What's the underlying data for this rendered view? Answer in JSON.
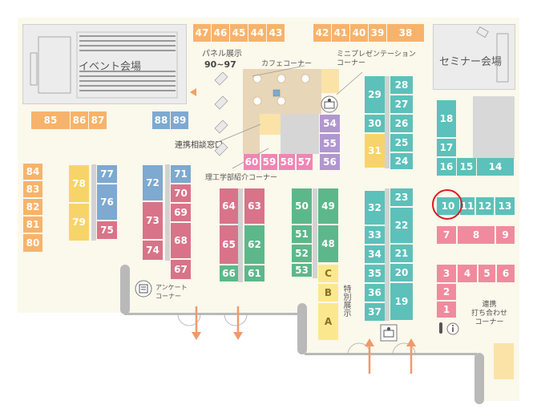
{
  "halls": {
    "event_hall": "イベント会場",
    "seminar_hall": "セミナー会場"
  },
  "labels": {
    "panel_title": "パネル展示",
    "panel_range": "90~97",
    "cafe_corner": "カフェコーナー",
    "mini_presentation": "ミニプレゼンテーション\nコーナー",
    "partner_consult": "連携相談窓口",
    "science_engineering": "理工学部紹介コーナー",
    "special_exhibit": "特別展示",
    "survey_corner": "アンケート\nコーナー",
    "partner_meeting": "連携\n打ち合わせ\nコーナー"
  },
  "booths": {
    "top_left": [
      "47",
      "46",
      "45",
      "44",
      "43"
    ],
    "top_right": [
      "42",
      "41",
      "40",
      "39",
      "38"
    ],
    "row_85": [
      "85",
      "86",
      "87"
    ],
    "row_88": [
      "88",
      "89"
    ],
    "left_col": [
      "84",
      "83",
      "82",
      "81",
      "80"
    ],
    "col_78": [
      "78",
      "79"
    ],
    "col_77": [
      "77",
      "76",
      "75"
    ],
    "col_72": [
      "72",
      "73",
      "74"
    ],
    "col_71": [
      "71",
      "70",
      "69",
      "68",
      "67"
    ],
    "pink_left": [
      "64",
      "65",
      "66"
    ],
    "green_right_of_pink": [
      "63",
      "62",
      "61"
    ],
    "center_row": [
      "60",
      "59",
      "58",
      "57",
      "56"
    ],
    "purple_col": [
      "54",
      "55"
    ],
    "green_left": [
      "50",
      "51",
      "52",
      "53"
    ],
    "green_right": [
      "49",
      "48"
    ],
    "special": [
      "C",
      "B",
      "A"
    ],
    "col_29": [
      "29",
      "30",
      "31"
    ],
    "col_28": [
      "28",
      "27",
      "26",
      "25",
      "24"
    ],
    "col_32": [
      "32",
      "33",
      "34",
      "35",
      "36",
      "37"
    ],
    "col_23": [
      "23",
      "22",
      "21",
      "20",
      "19"
    ],
    "right_col": [
      "18",
      "17",
      "16",
      "15",
      "14"
    ],
    "row_10": [
      "10",
      "11",
      "12",
      "13"
    ],
    "row_7": [
      "7",
      "8",
      "9"
    ],
    "row_3": [
      "3",
      "4",
      "5",
      "6"
    ],
    "col_small": [
      "2",
      "1"
    ]
  },
  "highlight": "10",
  "colors": {
    "highlight_ring": "#e0191f",
    "orange": "#f7b36b",
    "pink": "#d9738a",
    "green": "#5cb88a",
    "teal": "#5cc1ba",
    "blue": "#7ea9d0",
    "purple": "#b197cf"
  },
  "icons": [
    "info-icon",
    "presenter-icon",
    "survey-icon",
    "entrance-arrow-icon",
    "exit-arrow-icon"
  ]
}
